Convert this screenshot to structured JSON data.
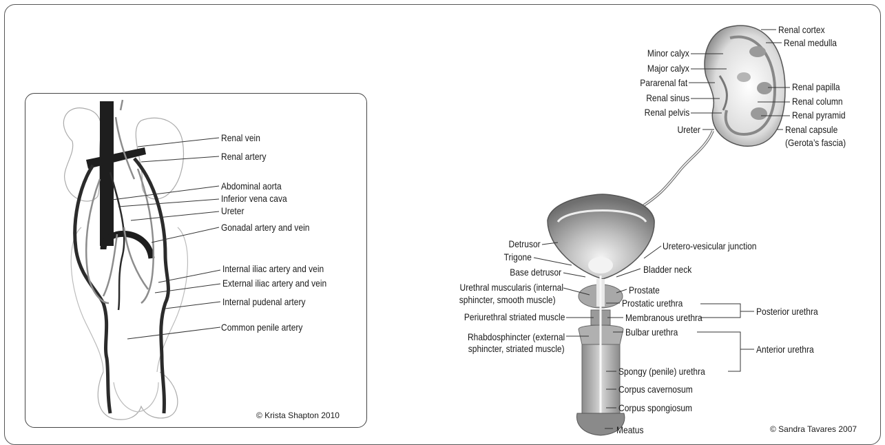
{
  "left": {
    "labels": {
      "renal_vein": "Renal vein",
      "renal_artery": "Renal artery",
      "abdominal_aorta": "Abdominal aorta",
      "ivc": "Inferior vena cava",
      "ureter": "Ureter",
      "gonadal": "Gonadal artery and vein",
      "int_iliac": "Internal iliac artery and vein",
      "ext_iliac": "External iliac artery and vein",
      "int_pudendal": "Internal pudenal artery",
      "penile": "Common penile artery"
    },
    "credit": "© Krista Shapton 2010"
  },
  "kidney": {
    "labels": {
      "renal_cortex": "Renal cortex",
      "renal_medulla": "Renal medulla",
      "minor_calyx": "Minor calyx",
      "major_calyx": "Major calyx",
      "pararenal_fat": "Pararenal fat",
      "renal_sinus": "Renal sinus",
      "renal_pelvis": "Renal pelvis",
      "ureter": "Ureter",
      "renal_papilla": "Renal papilla",
      "renal_column": "Renal column",
      "renal_pyramid": "Renal pyramid",
      "renal_capsule": "Renal capsule",
      "gerota": "(Gerota’s fascia)"
    }
  },
  "bladder": {
    "labels": {
      "detrusor": "Detrusor",
      "trigone": "Trigone",
      "base_detrusor": "Base detrusor",
      "urethral_musc_1": "Urethral muscularis (internal",
      "urethral_musc_2": "sphincter, smooth muscle)",
      "periurethral": "Periurethral striated muscle",
      "rhabdo_1": "Rhabdosphincter (external",
      "rhabdo_2": "sphincter, striated muscle)",
      "uvj": "Uretero-vesicular junction",
      "bladder_neck": "Bladder neck",
      "prostate": "Prostate",
      "prostatic_urethra": "Prostatic urethra",
      "membranous_urethra": "Membranous urethra",
      "bulbar_urethra": "Bulbar urethra",
      "spongy_urethra": "Spongy (penile) urethra",
      "corpus_cavernosum": "Corpus cavernosum",
      "corpus_spongiosum": "Corpus spongiosum",
      "meatus": "Meatus",
      "posterior_urethra": "Posterior urethra",
      "anterior_urethra": "Anterior urethra"
    },
    "credit": "© Sandra Tavares 2007"
  }
}
